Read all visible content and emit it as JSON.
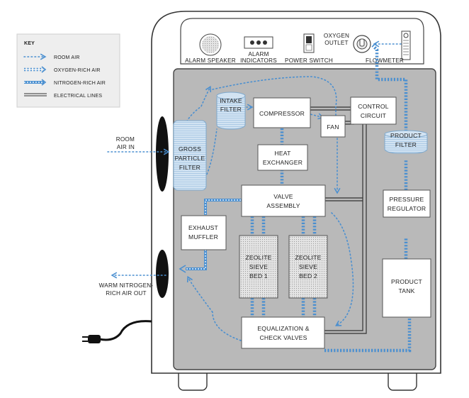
{
  "key": {
    "title": "KEY",
    "items": [
      {
        "label": "ROOM AIR"
      },
      {
        "label": "OXYGEN-RICH AIR"
      },
      {
        "label": "NITROGEN-RICH AIR"
      },
      {
        "label": "ELECTRICAL LINES"
      }
    ]
  },
  "panel": {
    "alarm_speaker": "ALARM SPEAKER",
    "alarm_indicators": [
      "ALARM",
      "INDICATORS"
    ],
    "power_switch": "POWER SWITCH",
    "oxygen_outlet": [
      "OXYGEN",
      "OUTLET"
    ],
    "flowmeter": "FLOWMETER"
  },
  "components": {
    "intake_filter": [
      "INTAKE",
      "FILTER"
    ],
    "compressor": "COMPRESSOR",
    "control_circuit": [
      "CONTROL",
      "CIRCUIT"
    ],
    "fan": "FAN",
    "product_filter": [
      "PRODUCT",
      "FILTER"
    ],
    "gross_particle_filter": [
      "GROSS",
      "PARTICLE",
      "FILTER"
    ],
    "heat_exchanger": [
      "HEAT",
      "EXCHANGER"
    ],
    "valve_assembly": [
      "VALVE",
      "ASSEMBLY"
    ],
    "pressure_regulator": [
      "PRESSURE",
      "REGULATOR"
    ],
    "exhaust_muffler": [
      "EXHAUST",
      "MUFFLER"
    ],
    "zeolite_bed_1": [
      "ZEOLITE",
      "SIEVE",
      "BED 1"
    ],
    "zeolite_bed_2": [
      "ZEOLITE",
      "SIEVE",
      "BED 2"
    ],
    "product_tank": [
      "PRODUCT",
      "TANK"
    ],
    "equalization": [
      "EQUALIZATION &",
      "CHECK VALVES"
    ]
  },
  "external": {
    "room_air_in": [
      "ROOM",
      "AIR IN"
    ],
    "nitrogen_out": [
      "WARM NITROGEN-",
      "RICH AIR OUT"
    ]
  },
  "colors": {
    "flow": "#4a8fd0",
    "interior": "#b9b9b9",
    "filter_fill": "#d2e3f2"
  }
}
